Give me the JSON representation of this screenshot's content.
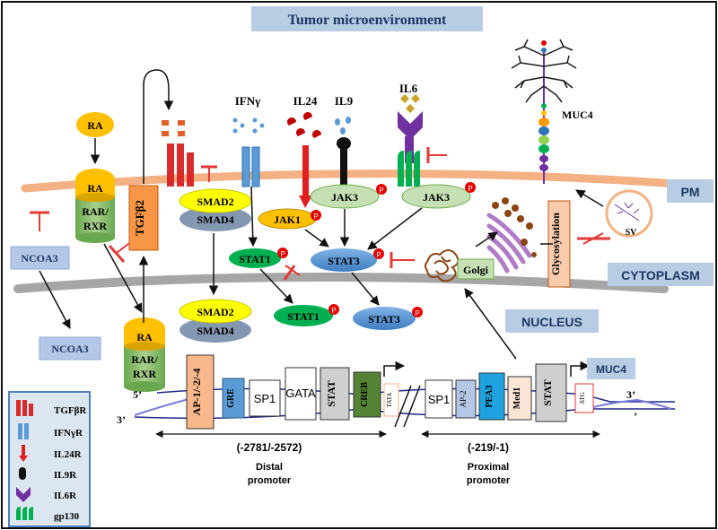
{
  "title": "Tumor microenvironment",
  "compartments": {
    "pm": "PM",
    "cytoplasm": "CYTOPLASM",
    "nucleus": "NUCLEUS"
  },
  "ligands": {
    "ra_top": "RA",
    "ifng": "IFNγ",
    "il24": "IL24",
    "il9": "IL9",
    "il6": "IL6",
    "muc4": "MUC4",
    "tgfb2": "TGFβ2"
  },
  "cytoplasm_nodes": {
    "ra": "RA",
    "rar1": "RAR/",
    "rxr1": "RXR",
    "ncoa3": "NCOA3",
    "smad2": "SMAD2",
    "smad4": "SMAD4",
    "jak1": "JAK1",
    "jak3a": "JAK3",
    "jak3b": "JAK3",
    "stat1": "STAT1",
    "stat3": "STAT3",
    "golgi": "Golgi",
    "glycosylation": "Glycosylation",
    "sv": "SV"
  },
  "nuclear_nodes": {
    "ra": "RA",
    "rar": "RAR/",
    "rxr": "RXR",
    "ncoa3": "NCOA3",
    "smad2": "SMAD2",
    "smad4": "SMAD4",
    "stat1": "STAT1",
    "stat3": "STAT3"
  },
  "phospho": "P",
  "promoter": {
    "five_prime": "5’",
    "three_prime": "3’",
    "three_prime_right": "3’",
    "tick_right": "’",
    "gene": "MUC4",
    "elements": [
      "AP-1/-2/-4",
      "GRE",
      "SP1",
      "GATA",
      "STAT",
      "CREB",
      "TATA",
      "SP1",
      "AP-2",
      "PEA3",
      "Med1",
      "STAT",
      "ATG"
    ],
    "distal_range": "(-2781/-2572)",
    "distal_label1": "Distal",
    "distal_label2": "promoter",
    "proximal_range": "(-219/-1)",
    "proximal_label1": "Proximal",
    "proximal_label2": "promoter"
  },
  "legend": [
    {
      "label": "TGFβR",
      "icon": "tgfbr-icon"
    },
    {
      "label": "IFNγR",
      "icon": "ifngr-icon"
    },
    {
      "label": "IL24R",
      "icon": "il24r-icon"
    },
    {
      "label": "IL9R",
      "icon": "il9r-icon"
    },
    {
      "label": "IL6R",
      "icon": "il6r-icon"
    },
    {
      "label": "gp130",
      "icon": "gp130-icon"
    }
  ],
  "colors": {
    "title_box": "#b8cce4",
    "membrane": "#f4b183",
    "nuclear_envelope": "#a6a6a6",
    "ra": "#ffc000",
    "rar": "#92d050",
    "tgfb2": "#f79646",
    "ncoa3": "#b4c7e7",
    "smad2": "#ffff00",
    "smad4": "#8497b0",
    "jak": "#c5e0b4",
    "jak1": "#ffc000",
    "stat1": "#00b050",
    "stat3": "#5b9bd5",
    "phospho": "#e60000",
    "inhibit": "#e53935",
    "legend_bg": "#dce6f1",
    "legend_border": "#4f81bd"
  }
}
